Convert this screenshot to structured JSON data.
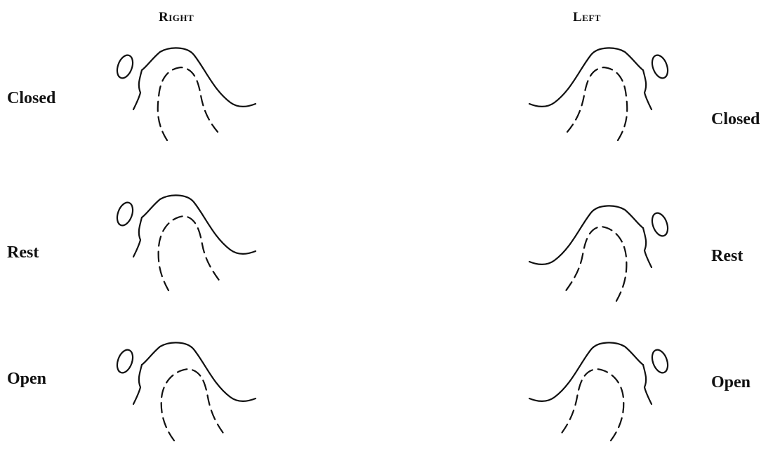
{
  "headers": {
    "right": "Right",
    "left": "Left"
  },
  "right_side": [
    {
      "label": "Closed"
    },
    {
      "label": "Rest"
    },
    {
      "label": "Open"
    }
  ],
  "left_side": [
    {
      "label": "Closed"
    },
    {
      "label": "Rest"
    },
    {
      "label": "Open"
    }
  ]
}
